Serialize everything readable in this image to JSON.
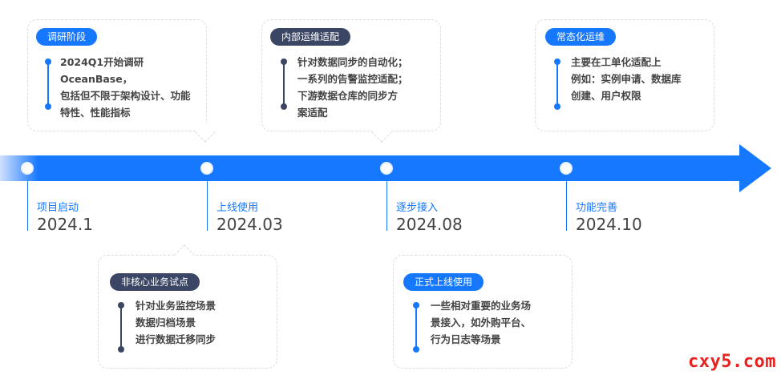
{
  "milestones": [
    {
      "label": "项目启动",
      "date": "2024.1"
    },
    {
      "label": "上线使用",
      "date": "2024.03"
    },
    {
      "label": "逐步接入",
      "date": "2024.08"
    },
    {
      "label": "功能完善",
      "date": "2024.10"
    }
  ],
  "cards": {
    "research": {
      "title": "调研阶段",
      "lines": [
        "2024Q1开始调研OceanBase，",
        "包括但不限于架构设计、功能",
        "特性、性能指标"
      ]
    },
    "internal_ops": {
      "title": "内部运维适配",
      "lines": [
        "针对数据同步的自动化；",
        "一系列的告警监控适配；",
        "下游数据仓库的同步方",
        "案适配"
      ]
    },
    "normalized_ops": {
      "title": "常态化运维",
      "lines": [
        "主要在工单化适配上",
        "例如：实例申请、数据库",
        "创建、用户权限"
      ]
    },
    "non_core_pilot": {
      "title": "非核心业务试点",
      "lines": [
        "针对业务监控场景",
        "数据归档场景",
        "进行数据迁移同步"
      ]
    },
    "production": {
      "title": "正式上线使用",
      "lines": [
        "一些相对重要的业务场",
        "景接入，如外购平台、",
        "行为日志等场景"
      ]
    }
  },
  "watermark": "cxy5.com",
  "colors": {
    "accent": "#1677ff",
    "dark": "#3a4663",
    "watermark": "#e8201e"
  }
}
